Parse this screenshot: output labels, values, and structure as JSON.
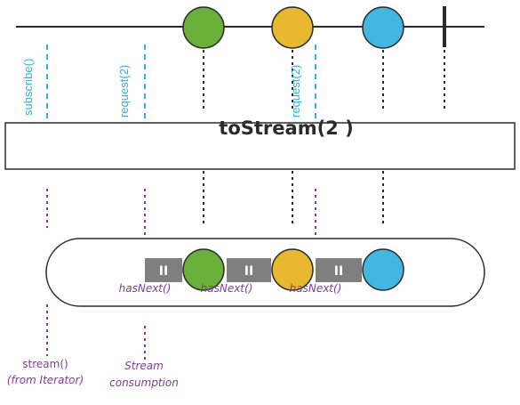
{
  "colors": {
    "green": "#6aaf38",
    "yellow": "#e8b92e",
    "blue": "#44b7e0",
    "cyan_label": "#2fb3d6",
    "purple": "#7d3c98",
    "dark": "#2b2b2b",
    "pause_box": "#7f7f7f"
  },
  "top_timeline": {
    "signals": [
      "green-circle",
      "yellow-circle",
      "blue-circle",
      "complete-bar"
    ]
  },
  "upstream_labels": {
    "subscribe": "subscribe()",
    "request_a": "request(2)",
    "request_b": "request(2)"
  },
  "operator": {
    "label": "toStream(2 )"
  },
  "stream_pill": {
    "items": [
      "pause",
      "green-circle",
      "pause",
      "yellow-circle",
      "pause",
      "blue-circle"
    ],
    "pause_glyph": "II",
    "hasnext_labels": [
      "hasNext()",
      "hasNext()",
      "hasNext()"
    ]
  },
  "bottom_labels": {
    "stream_line1": "stream()",
    "stream_line2": "(from Iterator)",
    "consumption_line1": "Stream",
    "consumption_line2": "consumption"
  }
}
